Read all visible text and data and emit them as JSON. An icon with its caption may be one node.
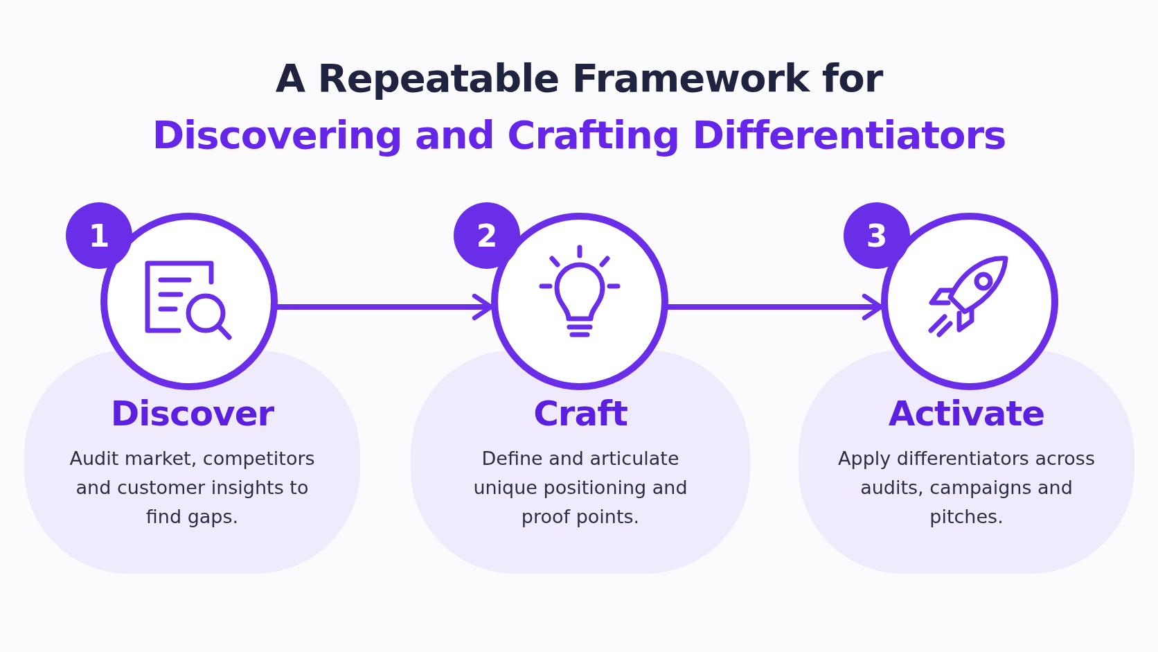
{
  "diagram": {
    "title": "A Repeatable Framework for *Discovering and Crafting Differentiators*",
    "nodes": [
      {
        "text": [
          "Discover",
          "Audit market, competitors and customer insights to find gaps."
        ]
      },
      {
        "text": [],
        "shape": "circle"
      },
      {
        "text": [
          "1"
        ]
      },
      {
        "text": [
          "Craft",
          "Define and articulate unique positioning and proof points."
        ]
      },
      {
        "text": [],
        "shape": "circle"
      },
      {
        "text": [
          "2"
        ]
      },
      {
        "text": [
          "Activate",
          "Apply differentiators across audits, campaigns and pitches."
        ]
      },
      {
        "text": [],
        "shape": "circle"
      },
      {
        "text": [
          "3"
        ]
      }
    ],
    "edges": [
      {
        "from": 1,
        "to": 4,
        "arrow": "to"
      },
      {
        "from": 4,
        "to": 7,
        "arrow": "to"
      }
    ]
  }
}
